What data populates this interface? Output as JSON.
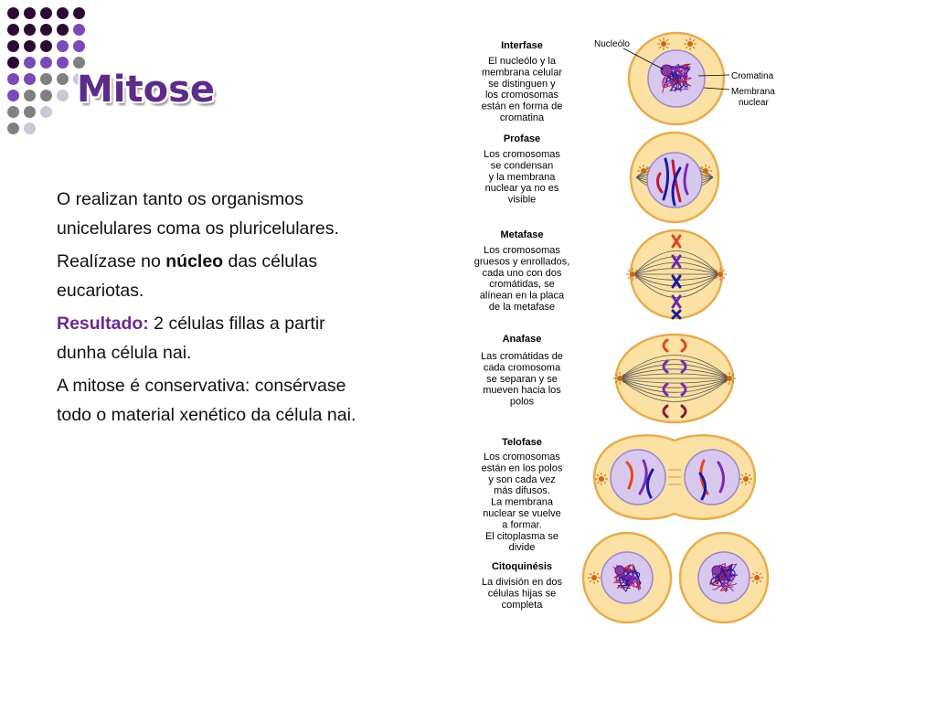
{
  "title": "Mitose",
  "colors": {
    "title": "#5c2c8a",
    "accent": "#6a2a8e",
    "cell_fill": "#fbe1a3",
    "cell_border": "#e6ad4f",
    "nucleus": "#d9c8ee",
    "nucleus_border": "#9a86c9"
  },
  "dots": [
    [
      "#2d0a33",
      "#2d0a33",
      "#2d0a33",
      "#2d0a33",
      "#2d0a33"
    ],
    [
      "#2d0a33",
      "#2d0a33",
      "#2d0a33",
      "#2d0a33",
      "#7a4ab8"
    ],
    [
      "#2d0a33",
      "#2d0a33",
      "#2d0a33",
      "#7a4ab8",
      "#7a4ab8"
    ],
    [
      "#2d0a33",
      "#7a4ab8",
      "#7a4ab8",
      "#7a4ab8",
      "#808080"
    ],
    [
      "#7a4ab8",
      "#7a4ab8",
      "#808080",
      "#808080",
      "#c9c9d6"
    ],
    [
      "#7a4ab8",
      "#808080",
      "#808080",
      "#c9c9d6",
      null
    ],
    [
      "#808080",
      "#808080",
      "#c9c9d6",
      null,
      null
    ],
    [
      "#808080",
      "#c9c9d6",
      null,
      null,
      null
    ]
  ],
  "paragraphs": [
    {
      "runs": [
        {
          "t": "O realizan tanto os organismos unicelulares coma os pluricelulares.",
          "s": "plain"
        }
      ]
    },
    {
      "runs": [
        {
          "t": "Realízase no ",
          "s": "plain"
        },
        {
          "t": "núcleo",
          "s": "bold"
        },
        {
          "t": " das células eucariotas.",
          "s": "plain"
        }
      ]
    },
    {
      "runs": [
        {
          "t": "Resultado:",
          "s": "accent"
        },
        {
          "t": " 2 células fillas a partir dunha célula nai.",
          "s": "plain"
        }
      ]
    },
    {
      "runs": [
        {
          "t": "A mitose é conservativa: consérvase todo o material xenético da célula nai.",
          "s": "plain"
        }
      ]
    }
  ],
  "diagram": {
    "labels": {
      "nucleolo": "Nucleólo",
      "cromatina": "Cromatina",
      "membrana_1": "Membrana",
      "membrana_2": "nuclear"
    },
    "phases": [
      {
        "name": "Interfase",
        "desc": [
          "El nucleólo y la",
          "membrana celular",
          "se distinguen y",
          "los cromosomas",
          "están en forma de",
          "cromatina"
        ]
      },
      {
        "name": "Profase",
        "desc": [
          "Los cromosomas",
          "se condensan",
          "y la membrana",
          "nuclear ya no es",
          "visible"
        ]
      },
      {
        "name": "Metafase",
        "desc": [
          "Los cromosomas",
          "gruesos y enrollados,",
          "cada uno con dos",
          "cromátidas, se",
          "alínean en la placa",
          "de la metafase"
        ]
      },
      {
        "name": "Anafase",
        "desc": [
          "Las cromátidas de",
          "cada cromosoma",
          "se separan y se",
          "mueven hacia los",
          "polos"
        ]
      },
      {
        "name": "Telofase",
        "desc": [
          "Los cromosomas",
          "están en los polos",
          "y son cada vez",
          "más difusos.",
          "La membrana",
          "nuclear se vuelve",
          "a formar.",
          "El citoplasma se",
          "divide"
        ]
      },
      {
        "name": "Citoquinésis",
        "desc": [
          "La división en dos",
          "células hijas se",
          "completa"
        ]
      }
    ]
  }
}
